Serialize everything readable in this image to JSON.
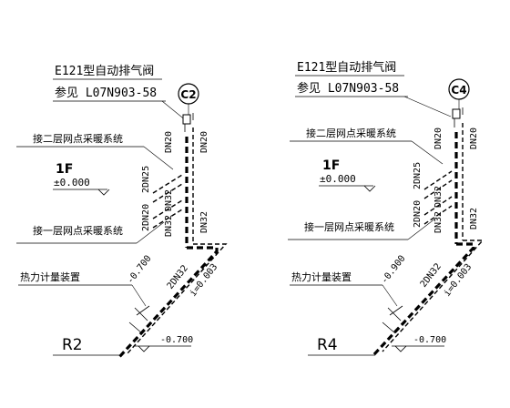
{
  "panels": [
    {
      "valve_model": "E121型自动排气阀",
      "ref_text": "参见 L07N903-58",
      "circle_label": "C2",
      "upper_branch": "接二层网点采暖系统",
      "floor": "1F",
      "floor_elev": "±0.000",
      "lower_branch": "接一层网点采暖系统",
      "riser_top_left": "DN20",
      "riser_top_right": "DN20",
      "riser_mid_a": "2DN25",
      "riser_mid_b": "2DN20",
      "riser_mid_c": "DN32",
      "riser_mid_d": "DN32",
      "riser_low": "DN32",
      "meter": "热力计量装置",
      "elev_meter": "-0.700",
      "pipe_2dn32": "2DN32",
      "slope": "i=0.003",
      "riser_id": "R2",
      "elev_bottom": "-0.700"
    },
    {
      "valve_model": "E121型自动排气阀",
      "ref_text": "参见 L07N903-58",
      "circle_label": "C4",
      "upper_branch": "接二层网点采暖系统",
      "floor": "1F",
      "floor_elev": "±0.000",
      "lower_branch": "接一层网点采暖系统",
      "riser_top_left": "DN20",
      "riser_top_right": "DN20",
      "riser_mid_a": "2DN25",
      "riser_mid_b": "2DN20",
      "riser_mid_c": "DN32",
      "riser_mid_d": "DN32",
      "riser_low": "DN32",
      "meter": "热力计量装置",
      "elev_meter": "-0.900",
      "pipe_2dn32": "2DN32",
      "slope": "i=0.003",
      "riser_id": "R4",
      "elev_bottom": "-0.700"
    }
  ]
}
